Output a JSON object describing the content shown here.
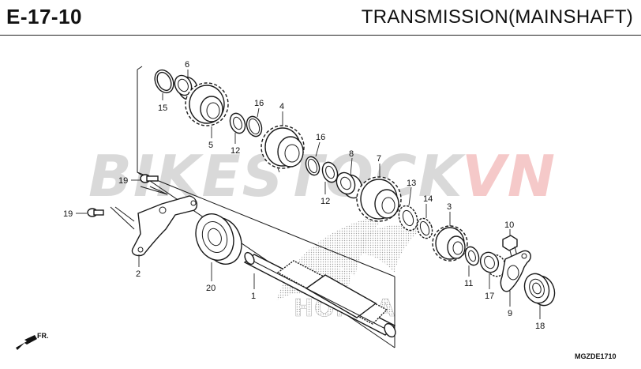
{
  "header": {
    "code": "E-17-10",
    "title": "TRANSMISSION(MAINSHAFT)"
  },
  "watermark": {
    "part_a": "BIKESTOCK",
    "part_b": "VN",
    "color_a": "#d9d9d9",
    "color_b": "#f5c9c9"
  },
  "logo": {
    "text": "HONDA"
  },
  "diagram_code": "MGZDE1710",
  "front_indicator": "FR.",
  "callouts": {
    "c1": "1",
    "c2": "2",
    "c3": "3",
    "c4": "4",
    "c5": "5",
    "c6": "6",
    "c7": "7",
    "c8": "8",
    "c9": "9",
    "c10": "10",
    "c11": "11",
    "c12a": "12",
    "c12b": "12",
    "c13": "13",
    "c14": "14",
    "c15": "15",
    "c16a": "16",
    "c16b": "16",
    "c17": "17",
    "c18": "18",
    "c19a": "19",
    "c19b": "19",
    "c20": "20"
  }
}
